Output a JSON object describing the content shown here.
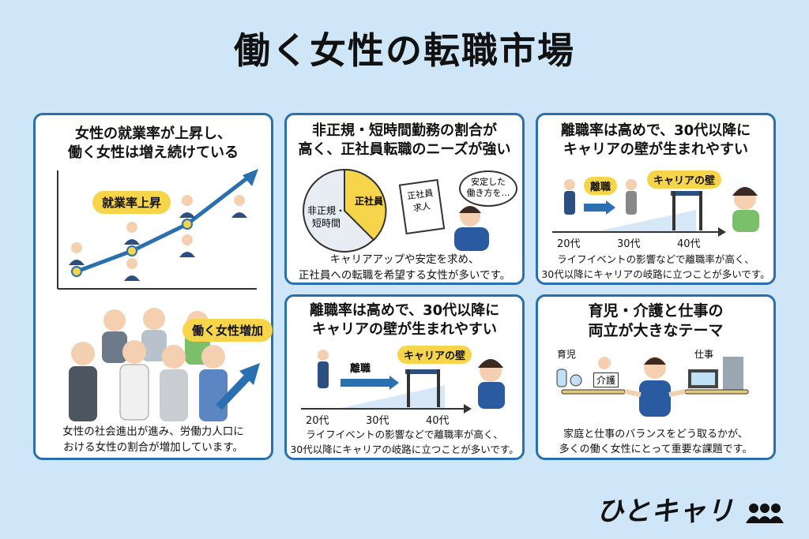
{
  "title": "働く女性の転職市場",
  "cards": {
    "c1": {
      "title_l1": "女性の就業率が上昇し、",
      "title_l2": "働く女性は増え続けている",
      "tag_rate": "就業率上昇",
      "tag_increase": "働く女性増加",
      "foot_l1": "女性の社会進出が進み、労働力人口に",
      "foot_l2": "おける女性の割合が増加しています。"
    },
    "c2": {
      "title_l1": "非正規・短時間勤務の割合が",
      "title_l2": "高く、正社員転職のニーズが強い",
      "pie_label_a_l1": "非正規・",
      "pie_label_a_l2": "短時間",
      "pie_label_b": "正社員",
      "paper_l1": "正社員",
      "paper_l2": "求人",
      "bubble_l1": "安定した",
      "bubble_l2": "働き方を…",
      "foot_l1": "キャリアアップや安定を求め、",
      "foot_l2": "正社員への転職を希望する女性が多いです。"
    },
    "c3": {
      "title_l1": "離職率は高めで、30代以降に",
      "title_l2": "キャリアの壁が生まれやすい",
      "tag_leave": "離職",
      "tag_wall": "キャリアの壁",
      "ax1": "20代",
      "ax2": "30代",
      "ax3": "40代",
      "foot_l1": "ライフイベントの影響などで離職率が高く、",
      "foot_l2": "30代以降にキャリアの岐路に立つことが多いです。"
    },
    "c4": {
      "title_l1": "離職率は高めで、30代以降に",
      "title_l2": "キャリアの壁が生まれやすい",
      "tag_leave": "離職",
      "tag_wall": "キャリアの壁",
      "ax1": "20代",
      "ax2": "30代",
      "ax3": "40代",
      "foot_l1": "ライフイベントの影響などで離職率が高く、",
      "foot_l2": "30代以降にキャリアの岐路に立つことが多いです。"
    },
    "c5": {
      "title_l1": "育児・介護と仕事の",
      "title_l2": "両立が大きなテーマ",
      "label_childcare": "育児",
      "label_care": "介護",
      "label_work": "仕事",
      "foot_l1": "家庭と仕事のバランスをどう取るかが、",
      "foot_l2": "多くの働く女性にとって重要な課題です。"
    }
  },
  "logo": "ひとキャリ",
  "colors": {
    "background": "#cfe6f8",
    "card_border": "#2a6fb0",
    "accent_blue": "#2a6fb0",
    "tag_yellow": "#f6d54a",
    "pie_gray": "#e8edf3",
    "pie_yellow": "#f6d54a"
  }
}
